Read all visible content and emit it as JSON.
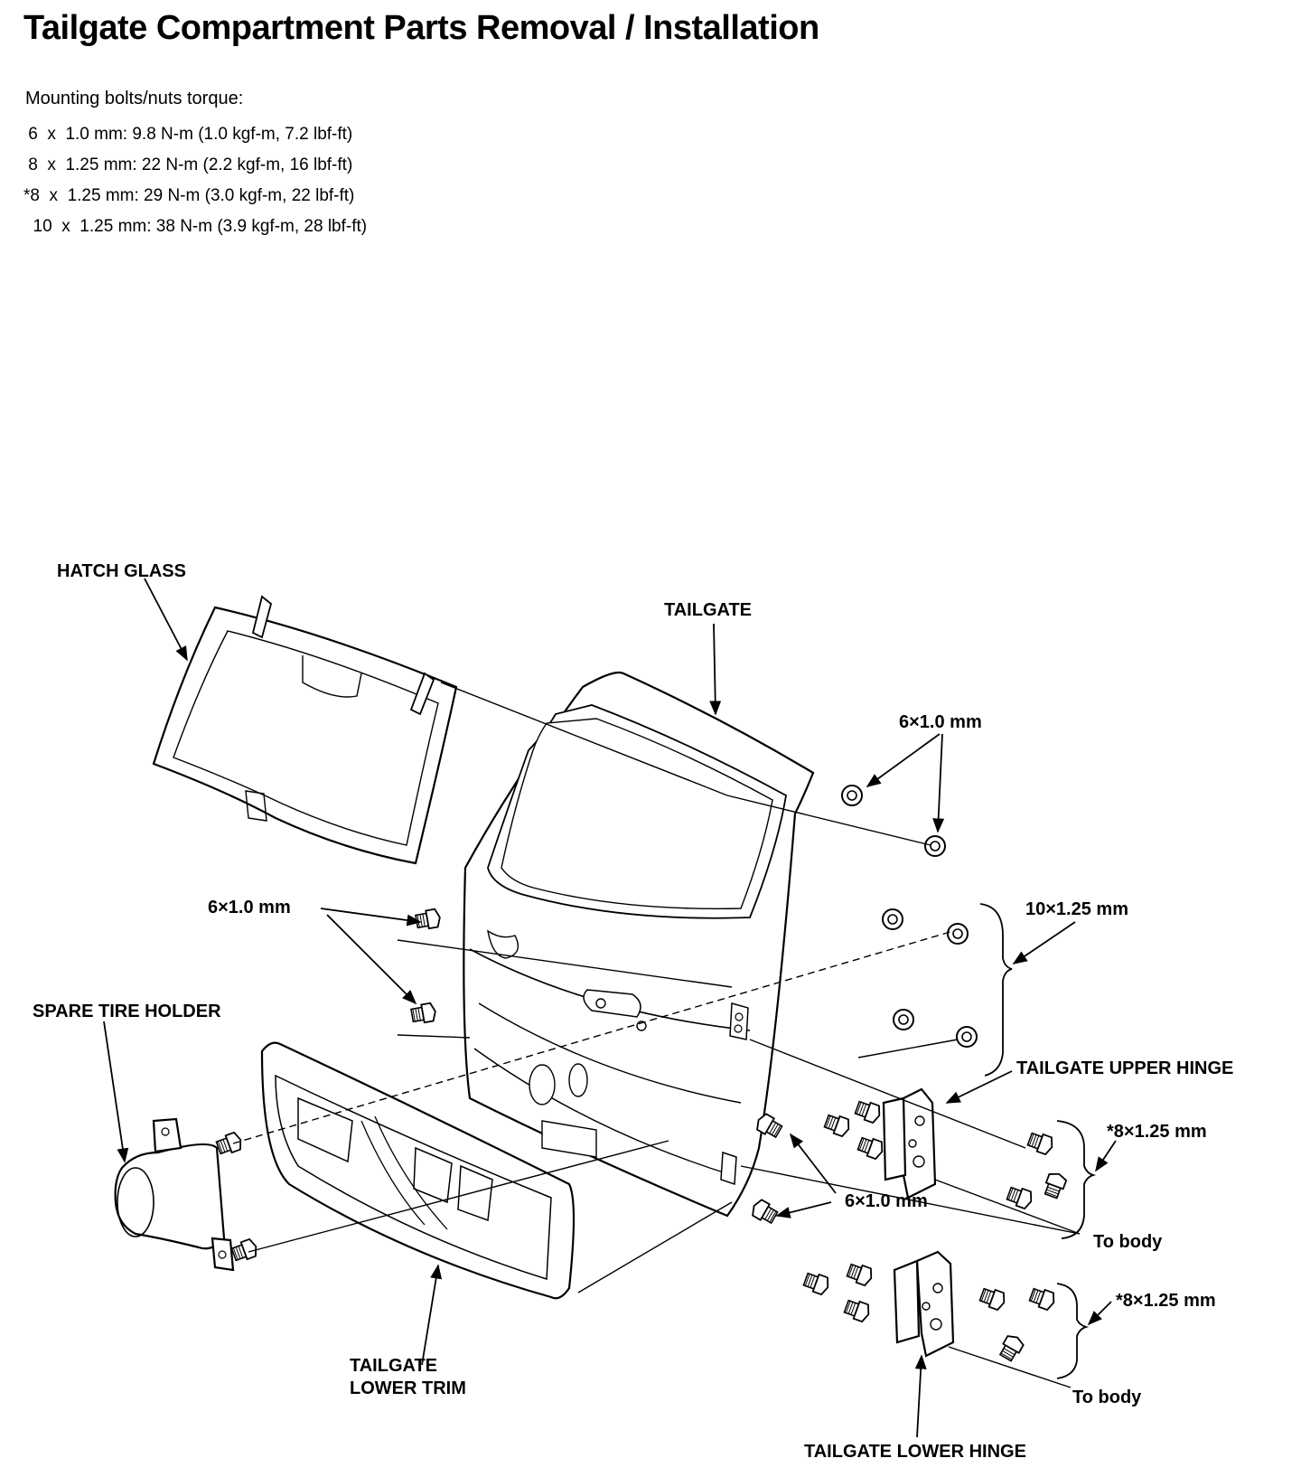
{
  "title": "Tailgate Compartment Parts Removal / Installation",
  "torque": {
    "heading": "Mounting bolts/nuts torque:",
    "specs": [
      " 6  x  1.0 mm: 9.8 N-m (1.0 kgf-m, 7.2 lbf-ft)",
      " 8  x  1.25 mm: 22 N-m (2.2 kgf-m, 16 lbf-ft)",
      "*8  x  1.25 mm: 29 N-m (3.0 kgf-m, 22 lbf-ft)",
      "  10  x  1.25 mm: 38 N-m (3.9 kgf-m, 28 lbf-ft)"
    ]
  },
  "labels": {
    "hatch_glass": "HATCH GLASS",
    "tailgate": "TAILGATE",
    "nut_6x10_top": "6×1.0 mm",
    "bolt_6x10_left": "6×1.0 mm",
    "bolt_10x125": "10×1.25 mm",
    "spare_tire_holder": "SPARE TIRE HOLDER",
    "tailgate_upper_hinge": "TAILGATE UPPER HINGE",
    "bolt_8x125_upper": "*8×1.25 mm",
    "bolt_6x10_lower": "6×1.0 mm",
    "to_body_upper": "To body",
    "bolt_8x125_lower": "*8×1.25 mm",
    "tailgate_lower_trim_1": "TAILGATE",
    "tailgate_lower_trim_2": "LOWER TRIM",
    "to_body_lower": "To body",
    "tailgate_lower_hinge": "TAILGATE LOWER HINGE"
  }
}
